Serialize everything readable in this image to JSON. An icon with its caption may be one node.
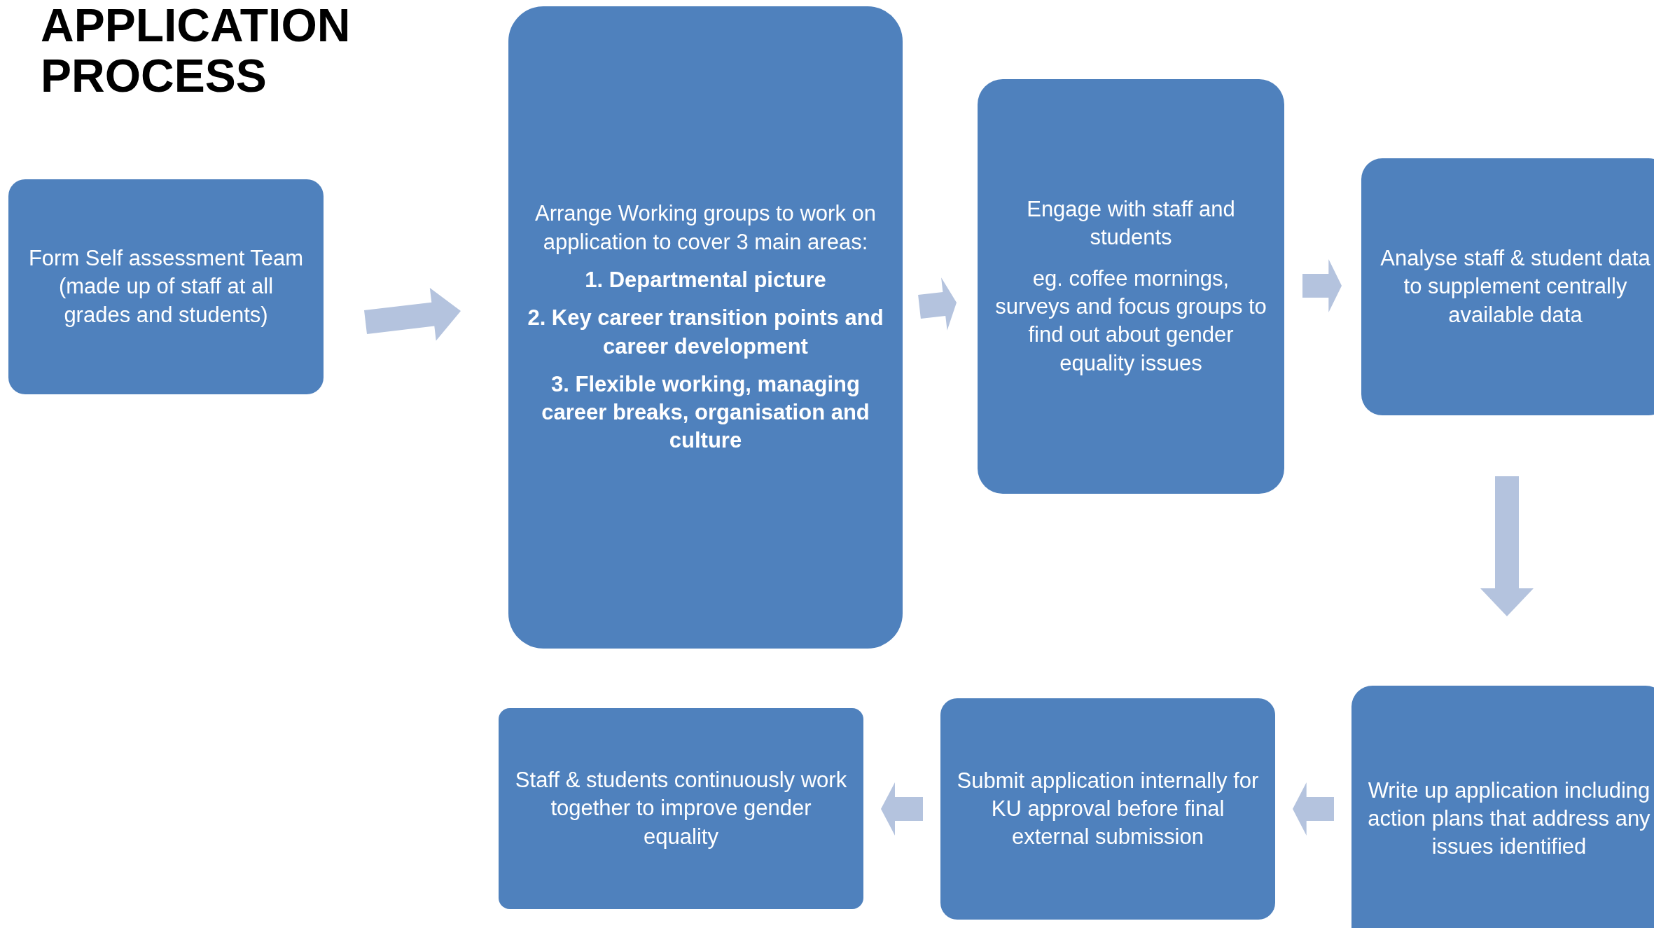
{
  "diagram": {
    "title": "APPLICATION PROCESS",
    "nodes": [
      {
        "text": [
          "Form Self assessment Team (made up of staff at all grades and students)"
        ]
      },
      {
        "text": [
          "Arrange Working groups to work on application to cover 3 main areas:",
          "1. Departmental picture",
          "2. Key career transition points and career development",
          "3. Flexible working, managing career breaks, organisation and culture"
        ]
      },
      {
        "text": [
          "Engage with staff and students",
          "eg. coffee mornings, surveys and focus groups to find out about gender equality issues"
        ]
      },
      {
        "text": [
          "Analyse staff & student data to supplement centrally available data"
        ]
      },
      {
        "text": [
          "Write up application including action plans that address any issues identified"
        ]
      },
      {
        "text": [
          "Submit application internally for KU approval before  final external submission"
        ]
      },
      {
        "text": [
          "Staff & students continuously work together to improve gender equality"
        ]
      }
    ],
    "edges": [
      {
        "from": 0,
        "to": 1,
        "arrow": "to"
      },
      {
        "from": 1,
        "to": 2,
        "arrow": "to"
      },
      {
        "from": 2,
        "to": 3,
        "arrow": "to"
      },
      {
        "from": 3,
        "to": 4,
        "arrow": "to"
      },
      {
        "from": 4,
        "to": 5,
        "arrow": "to"
      },
      {
        "from": 5,
        "to": 6,
        "arrow": "to"
      }
    ]
  }
}
